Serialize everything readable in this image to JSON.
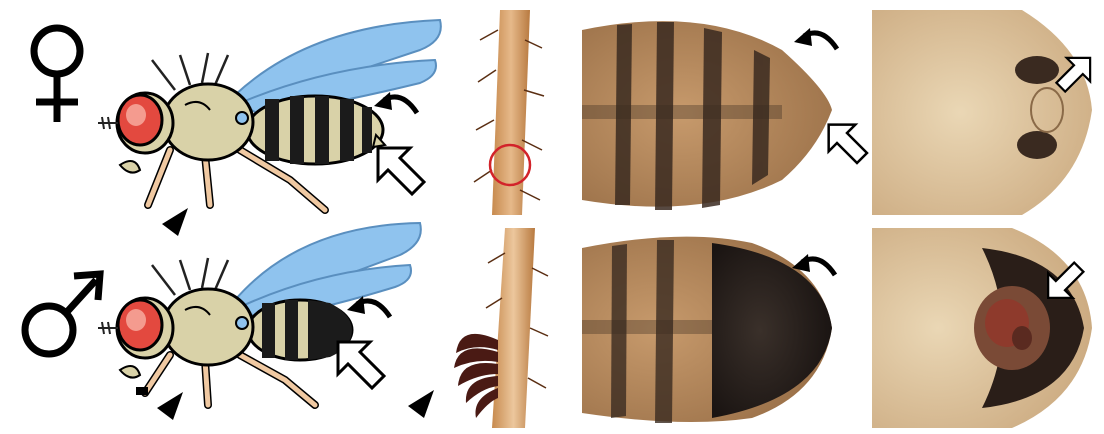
{
  "figure": {
    "rows": [
      {
        "sex_symbol": "♀",
        "sex": "female"
      },
      {
        "sex_symbol": "♂",
        "sex": "male"
      }
    ],
    "colors": {
      "eye": "#e3493f",
      "thorax": "#d9d2a8",
      "wing": "#8fc3ee",
      "abdomen_stripe": "#1b1b1b",
      "leg": "#f0c9a2",
      "cuticle_light": "#d8b58a",
      "cuticle_dark": "#3a2a20",
      "sex_comb": "#4a1a14",
      "circle_marker": "#d2232a"
    },
    "icons": [
      "female-symbol-icon",
      "male-symbol-icon",
      "curved-arrow-icon",
      "outline-arrow-icon",
      "arrowhead-icon",
      "sex-comb",
      "red-circle"
    ]
  }
}
